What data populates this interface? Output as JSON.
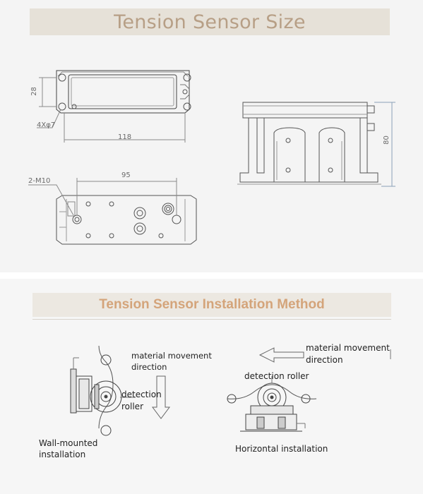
{
  "size_section": {
    "title": "Tension Sensor Size",
    "dims": {
      "height_28": "28",
      "holes": "4Xφ7",
      "width_118": "118",
      "thread": "2-M10",
      "spacing_95": "95",
      "height_80": "80"
    }
  },
  "install_section": {
    "title": "Tension Sensor Installation Method",
    "wall": {
      "direction_line1": "material movement",
      "direction_line2": "direction",
      "roller_line1": "detection",
      "roller_line2": "roller",
      "caption_line1": "Wall-mounted",
      "caption_line2": "installation"
    },
    "horizontal": {
      "direction_line1": "material movement",
      "direction_line2": "direction",
      "roller_label": "detection roller",
      "caption": "Horizontal installation"
    }
  },
  "colors": {
    "banner_bg": "#e6e1d8",
    "size_title": "#b79f86",
    "install_title": "#d4a47a",
    "line": "#555555",
    "dim_line": "#8aa0b8"
  }
}
